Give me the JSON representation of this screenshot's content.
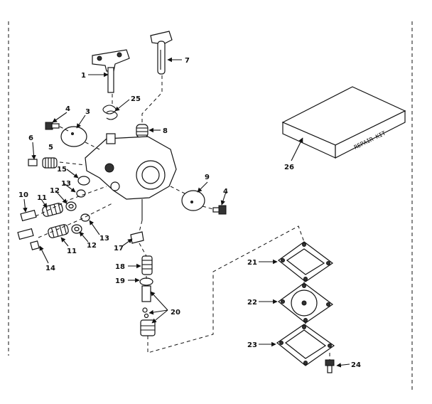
{
  "labels": {
    "p1": "1",
    "p3": "3",
    "p4a": "4",
    "p4b": "4",
    "p5": "5",
    "p6": "6",
    "p7": "7",
    "p8": "8",
    "p9": "9",
    "p10": "10",
    "p11a": "11",
    "p11b": "11",
    "p12a": "12",
    "p12b": "12",
    "p13a": "13",
    "p13b": "13",
    "p14": "14",
    "p15": "15",
    "p17": "17",
    "p18": "18",
    "p19": "19",
    "p20": "20",
    "p21": "21",
    "p22": "22",
    "p23": "23",
    "p24": "24",
    "p25": "25",
    "p26": "26"
  },
  "repair_kit_text": "REPAIR KIT"
}
